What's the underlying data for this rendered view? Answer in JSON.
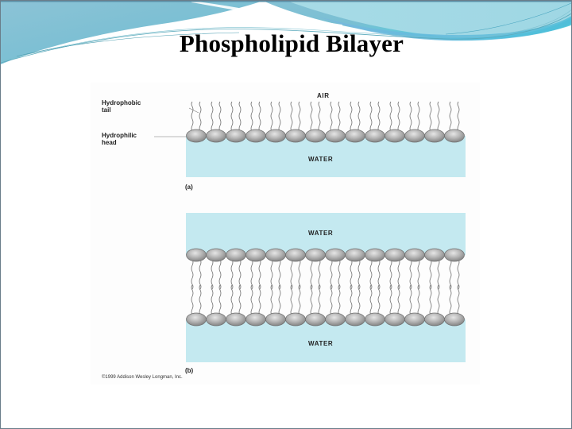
{
  "slide": {
    "title": "Phospholipid Bilayer",
    "colors": {
      "header_teal": "#4fc6d8",
      "header_blue": "#8fc4da",
      "water": "#c4e9f0",
      "head_gray": "#a6a6a6",
      "tail_gray": "#6b6b6b"
    }
  },
  "figure": {
    "panel_a": {
      "label": "(a)",
      "top_region": "AIR",
      "bottom_region": "WATER",
      "callouts": {
        "tail": "Hydrophobic\ntail",
        "head": "Hydrophilic\nhead"
      },
      "molecule_count": 14,
      "orientation": "monolayer: heads in water, tails in air"
    },
    "panel_b": {
      "label": "(b)",
      "top_region": "WATER",
      "bottom_region": "WATER",
      "molecule_count_per_leaflet": 14,
      "orientation": "bilayer: heads facing water, tails facing each other"
    },
    "copyright": "©1999 Addison Wesley Longman, Inc."
  }
}
